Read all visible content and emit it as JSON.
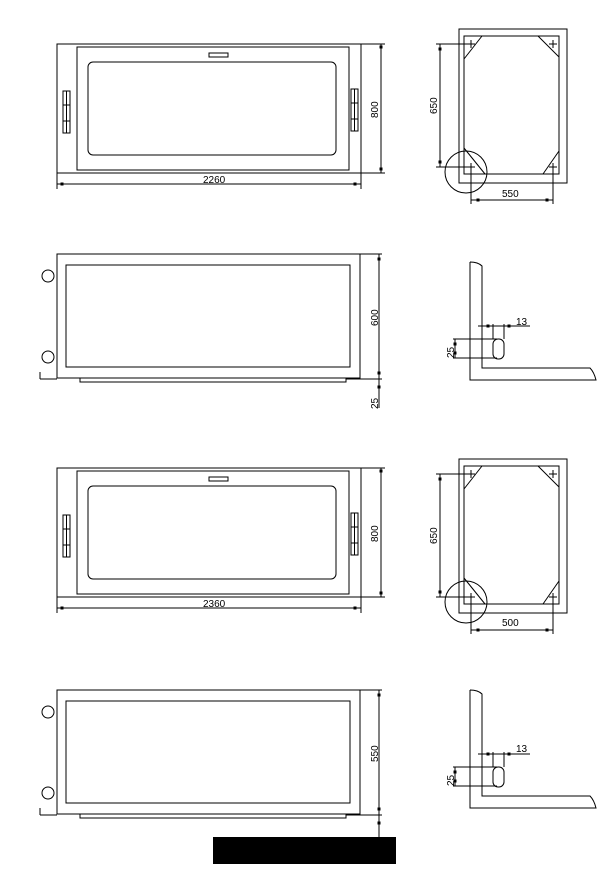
{
  "views": [
    {
      "width_label": "2260",
      "height_label": "800",
      "corner_height_label": "650",
      "corner_width_label": "550"
    },
    {
      "height_label": "600",
      "base_label": "25",
      "slot_height_label": "25",
      "slot_width_label": "13"
    },
    {
      "width_label": "2360",
      "height_label": "800",
      "corner_height_label": "650",
      "corner_width_label": "500"
    },
    {
      "height_label": "550",
      "base_label": "",
      "slot_height_label": "25",
      "slot_width_label": "13"
    }
  ],
  "colors": {
    "line": "#000000",
    "background": "#ffffff",
    "redaction": "#000000"
  }
}
